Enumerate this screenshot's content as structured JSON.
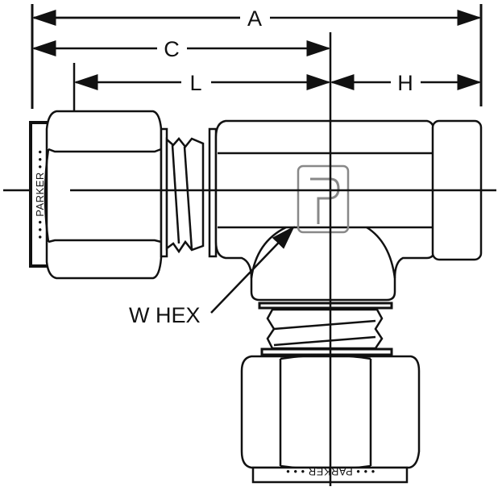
{
  "dimensions": {
    "a": "A",
    "c": "C",
    "l": "L",
    "h": "H"
  },
  "callouts": {
    "w_hex": "W HEX"
  },
  "markings": {
    "left_nut": "• • • PARKER • • •",
    "bottom_nut": "• • • PARKER • • •"
  },
  "logo": "P"
}
